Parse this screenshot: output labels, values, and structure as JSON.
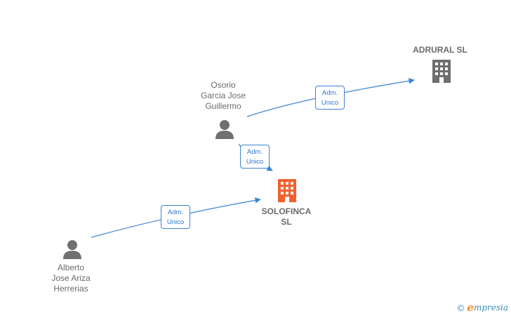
{
  "nodes": {
    "adrural": {
      "name": "ADRURAL  SL",
      "type": "company",
      "color": "#6f6f6f"
    },
    "osorio": {
      "name": "Osorio\nGarcia Jose\nGuillermo",
      "type": "person",
      "color": "#707070"
    },
    "solofinca": {
      "name": "SOLOFINCA\nSL",
      "type": "company",
      "color": "#f0612f"
    },
    "alberto": {
      "name": "Alberto\nJose Ariza\nHerrerias",
      "type": "person",
      "color": "#707070"
    }
  },
  "edges": [
    {
      "from": "osorio",
      "to": "adrural",
      "role_line1": "Adm.",
      "role_line2": "Unico"
    },
    {
      "from": "osorio",
      "to": "solofinca",
      "role_line1": "Adm.",
      "role_line2": "Unico"
    },
    {
      "from": "alberto",
      "to": "solofinca",
      "role_line1": "Adm.",
      "role_line2": "Unico"
    }
  ],
  "edge_color": "#3b82d6",
  "brand": {
    "copyright": "©",
    "e": "e",
    "rest": "mpresia"
  }
}
